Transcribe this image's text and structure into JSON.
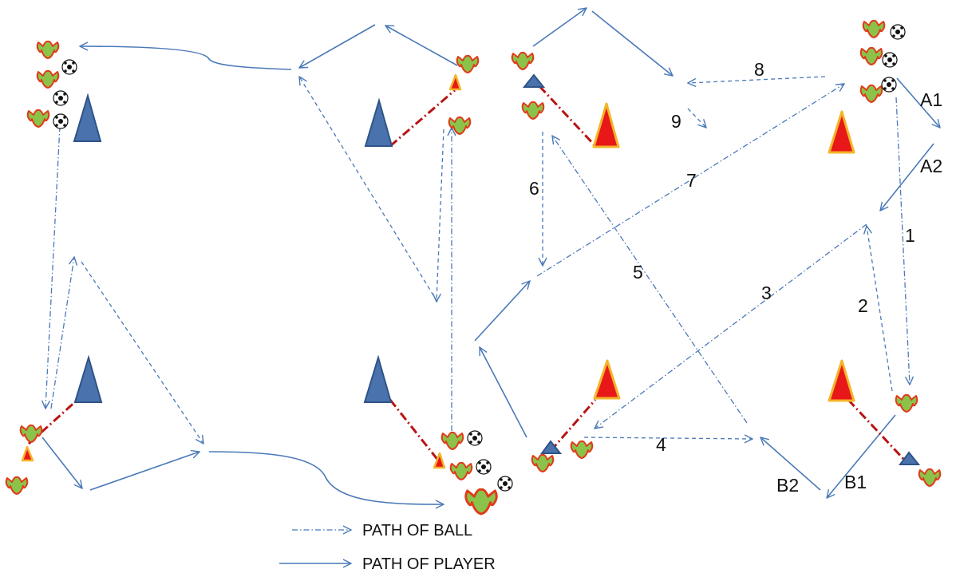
{
  "colors": {
    "arrow": "#4a79b8",
    "link": "#b81414",
    "blue_cone": "#4a72ad",
    "red_cone_fill": "#e81818",
    "red_cone_edge": "#f3b52a",
    "player_body": "#8bc34a",
    "player_outline": "#e03b1a"
  },
  "icons": {
    "player": "player-icon",
    "ball": "ball-icon",
    "blue_cone": "blue-cone-icon",
    "red_cone": "red-cone-icon"
  },
  "labels": {
    "n1": "1",
    "n2": "2",
    "n3": "3",
    "n4": "4",
    "n5": "5",
    "n6": "6",
    "n7": "7",
    "n8": "8",
    "n9": "9",
    "a1": "A1",
    "a2": "A2",
    "b1": "B1",
    "b2": "B2"
  },
  "legend": {
    "ball": "PATH OF BALL",
    "player": "PATH OF PLAYER"
  }
}
